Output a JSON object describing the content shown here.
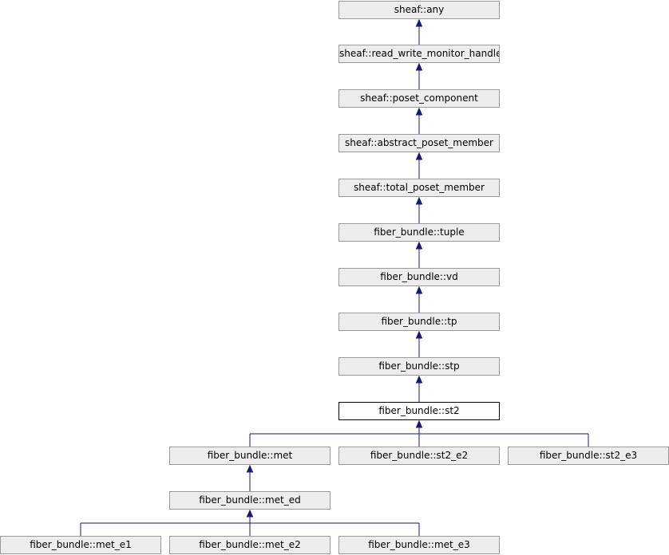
{
  "diagram": {
    "nodes": [
      {
        "id": "any",
        "label": "sheaf::any",
        "current": false
      },
      {
        "id": "rwmh",
        "label": "sheaf::read_write_monitor_handle",
        "current": false
      },
      {
        "id": "poset_component",
        "label": "sheaf::poset_component",
        "current": false
      },
      {
        "id": "abstract_poset_member",
        "label": "sheaf::abstract_poset_member",
        "current": false
      },
      {
        "id": "total_poset_member",
        "label": "sheaf::total_poset_member",
        "current": false
      },
      {
        "id": "tuple",
        "label": "fiber_bundle::tuple",
        "current": false
      },
      {
        "id": "vd",
        "label": "fiber_bundle::vd",
        "current": false
      },
      {
        "id": "tp",
        "label": "fiber_bundle::tp",
        "current": false
      },
      {
        "id": "stp",
        "label": "fiber_bundle::stp",
        "current": false
      },
      {
        "id": "st2",
        "label": "fiber_bundle::st2",
        "current": true
      },
      {
        "id": "met",
        "label": "fiber_bundle::met",
        "current": false
      },
      {
        "id": "st2_e2",
        "label": "fiber_bundle::st2_e2",
        "current": false
      },
      {
        "id": "st2_e3",
        "label": "fiber_bundle::st2_e3",
        "current": false
      },
      {
        "id": "met_ed",
        "label": "fiber_bundle::met_ed",
        "current": false
      },
      {
        "id": "met_e1",
        "label": "fiber_bundle::met_e1",
        "current": false
      },
      {
        "id": "met_e2",
        "label": "fiber_bundle::met_e2",
        "current": false
      },
      {
        "id": "met_e3",
        "label": "fiber_bundle::met_e3",
        "current": false
      }
    ],
    "edges": [
      {
        "from": "rwmh",
        "to": "any"
      },
      {
        "from": "poset_component",
        "to": "rwmh"
      },
      {
        "from": "abstract_poset_member",
        "to": "poset_component"
      },
      {
        "from": "total_poset_member",
        "to": "abstract_poset_member"
      },
      {
        "from": "tuple",
        "to": "total_poset_member"
      },
      {
        "from": "vd",
        "to": "tuple"
      },
      {
        "from": "tp",
        "to": "vd"
      },
      {
        "from": "stp",
        "to": "tp"
      },
      {
        "from": "st2",
        "to": "stp"
      },
      {
        "from": "met",
        "to": "st2"
      },
      {
        "from": "st2_e2",
        "to": "st2"
      },
      {
        "from": "st2_e3",
        "to": "st2"
      },
      {
        "from": "met_ed",
        "to": "met"
      },
      {
        "from": "met_e1",
        "to": "met_ed"
      },
      {
        "from": "met_e2",
        "to": "met_ed"
      },
      {
        "from": "met_e3",
        "to": "met_ed"
      }
    ],
    "colors": {
      "node_fill": "#ededed",
      "node_border": "#999999",
      "current_fill": "#ffffff",
      "current_border": "#000000",
      "edge": "#1a1a6e"
    }
  }
}
